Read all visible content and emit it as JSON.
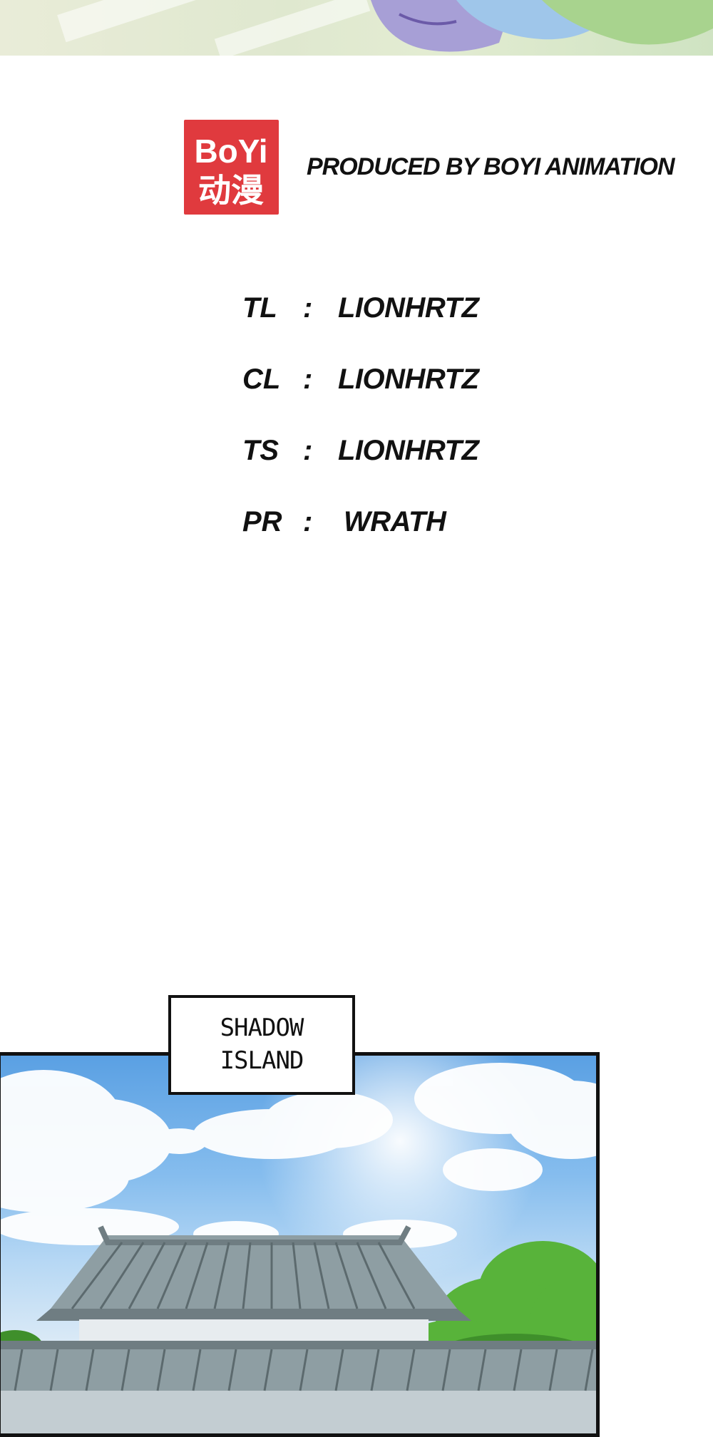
{
  "logo": {
    "latin": "BoYi",
    "chinese": "动漫",
    "color": "#e03a3e"
  },
  "header": {
    "produced_by": "PRODUCED BY BOYI ANIMATION"
  },
  "credits": [
    {
      "role": "TL",
      "sep": ":",
      "name": "LIONHRTZ"
    },
    {
      "role": "CL",
      "sep": ":",
      "name": "LIONHRTZ"
    },
    {
      "role": "TS",
      "sep": ":",
      "name": "LIONHRTZ"
    },
    {
      "role": "PR",
      "sep": ":",
      "name": "WRATH"
    }
  ],
  "caption": {
    "line1": "SHADOW",
    "line2": "ISLAND"
  },
  "colors": {
    "sky_top": "#5aa0e3",
    "roof": "#8e9ea3",
    "foliage": "#58b33a"
  }
}
